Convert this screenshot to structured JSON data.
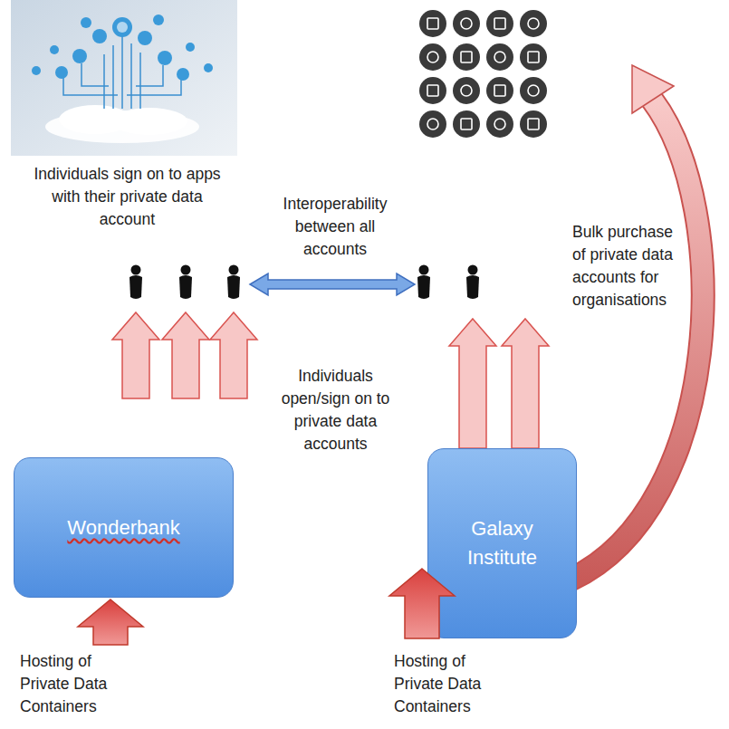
{
  "diagram": {
    "nodes": [
      {
        "text": [
          "Wonderbank"
        ]
      },
      {
        "text": [
          "Galaxy Institute"
        ]
      }
    ],
    "labels": [
      "Individuals sign on to apps with their private data account",
      "Interoperability between all accounts",
      "Bulk purchase of private data accounts for organisations",
      "Individuals open/sign on to private data accounts",
      "Hosting of Private Data Containers",
      "Hosting of Private Data Containers"
    ]
  }
}
